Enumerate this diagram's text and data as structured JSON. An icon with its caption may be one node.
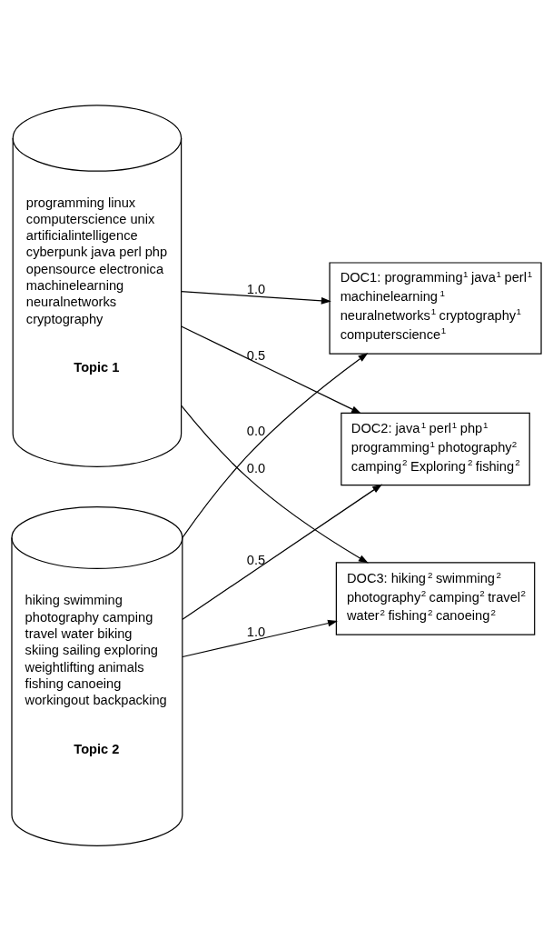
{
  "diagram": {
    "nodes": [
      {
        "text": [
          "programming linux computerscience unix artificialintelligence cyberpunk java perl php opensource electronica machinelearning neuralnetworks cryptography",
          "Topic 1"
        ]
      },
      {
        "text": [
          "hiking swimming photography camping travel water biking skiing sailing exploring weightlifting animals fishing canoeing workingout backpacking",
          "Topic 2"
        ]
      },
      {
        "text": [
          "DOC1: programming$^{1}$ java$^{1}$ perl$^{1}$ machinelearning$^{1}$ neuralnetworks$^{1}$ cryptography$^{1}$ computerscience$^{1}$"
        ]
      },
      {
        "text": [
          "DOC2: java$^{1}$ perl$^{1}$ php$^{1}$ programming$^{1}$ photography$^{2}$ camping$^{2}$ Exploring$^{2}$ fishing$^{2}$"
        ]
      },
      {
        "text": [
          "DOC3: hiking$^{2}$ swimming$^{2}$ photography$^{2}$ camping$^{2}$ travel$^{2}$ water$^{2}$ fishing$^{2}$ canoeing$^{2}$"
        ]
      }
    ],
    "edges": [
      {
        "from": 0,
        "to": 2,
        "arrow": "to",
        "label": "1.0"
      },
      {
        "from": 0,
        "to": 3,
        "arrow": "to",
        "label": "0.5"
      },
      {
        "from": 0,
        "to": 4,
        "arrow": "to",
        "label": "0.0"
      },
      {
        "from": 1,
        "to": 2,
        "arrow": "to",
        "label": "0.0"
      },
      {
        "from": 1,
        "to": 3,
        "arrow": "to",
        "label": "0.5"
      },
      {
        "from": 1,
        "to": 4,
        "arrow": "to",
        "label": "1.0"
      }
    ]
  }
}
